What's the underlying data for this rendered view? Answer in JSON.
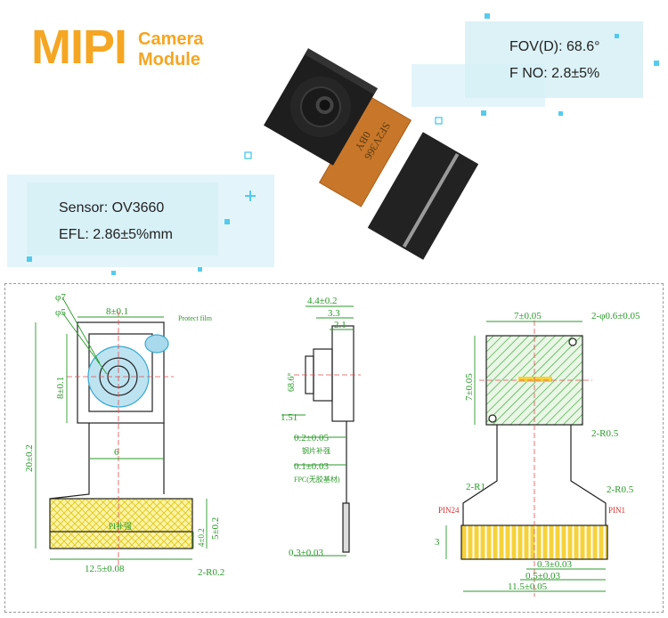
{
  "header": {
    "brand": "MIPI",
    "subtitle_line1": "Camera",
    "subtitle_line2": "Module"
  },
  "specs_right": {
    "fov": "FOV(D): 68.6°",
    "fno": "F NO: 2.8±5%"
  },
  "specs_left": {
    "sensor": "Sensor: OV3660",
    "efl": "EFL: 2.86±5%mm"
  },
  "flex_print": {
    "line1": "SF2V366",
    "line2": "0BY"
  },
  "front_view": {
    "d7": "φ7",
    "d5": "φ5",
    "w8": "8±0.1",
    "protect": "Protect film",
    "h8": "8±0.1",
    "total": "20±0.2",
    "w6": "6",
    "pi": "PI补强",
    "h5": "5±0.2",
    "h4": "4±0.2",
    "w12": "12.5±0.08",
    "r02": "2-R0.2"
  },
  "side_view": {
    "t44": "4.4±0.2",
    "t33": "3.3",
    "t21": "2.1",
    "angle": "68.6°",
    "h151": "1.51",
    "t02": "0.2±0.05",
    "steel": "钢片补强",
    "t01": "0.1±0.03",
    "fpc": "FPC(无胶基材)",
    "t03": "0.3±0.03"
  },
  "back_view": {
    "w7": "7±0.05",
    "holes": "2-φ0.6±0.05",
    "h7": "7±0.05",
    "r05a": "2-R0.5",
    "r1": "2-R1",
    "r05b": "2-R0.5",
    "pin24": "PIN24",
    "pin1": "PIN1",
    "h3": "3",
    "p03": "0.3±0.03",
    "p05": "0.5±0.03",
    "w115": "11.5±0.05"
  },
  "colors": {
    "accent": "#f5a623",
    "dim_green": "#2a9a2a",
    "hatch_green": "#3fae3f",
    "pin_gold": "#f6d23a",
    "flex_orange": "#c8772a"
  }
}
